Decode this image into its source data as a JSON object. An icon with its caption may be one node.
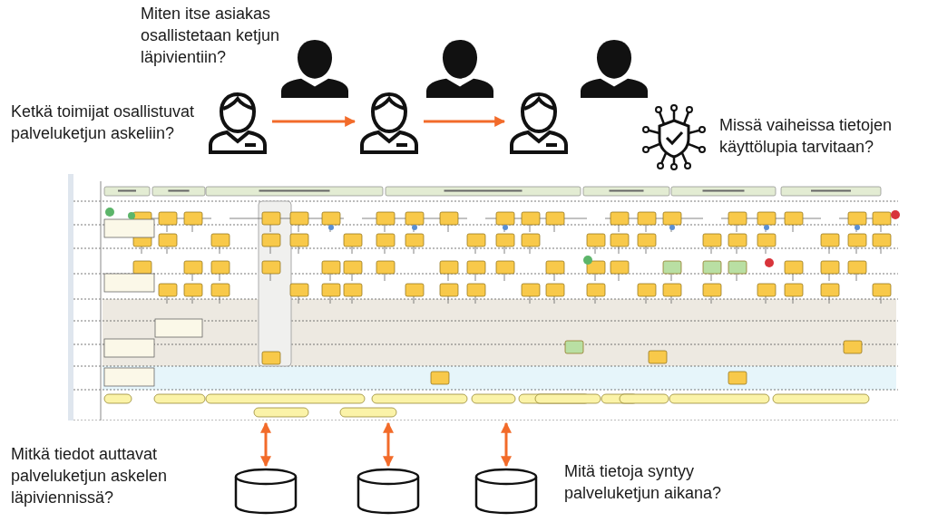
{
  "diagram": {
    "nodes": [
      {
        "text": [],
        "shape": "person"
      },
      {
        "text": [],
        "shape": "person"
      },
      {
        "text": [],
        "shape": "person"
      },
      {
        "text": [],
        "shape": "person"
      },
      {
        "text": [],
        "shape": "person"
      },
      {
        "text": [],
        "shape": "person"
      },
      {
        "text": [],
        "shape": "picture"
      },
      {
        "text": [],
        "shape": "picture"
      },
      {
        "text": [],
        "shape": "cylinder"
      },
      {
        "text": [],
        "shape": "cylinder"
      },
      {
        "text": [],
        "shape": "cylinder"
      }
    ],
    "edges": [
      {
        "from": 0,
        "to": 1,
        "arrow": "to"
      },
      {
        "from": 1,
        "to": 2,
        "arrow": "to"
      },
      {
        "from": 7,
        "to": 8,
        "arrow": "both"
      },
      {
        "from": 7,
        "to": 9,
        "arrow": "both"
      },
      {
        "from": 7,
        "to": 10,
        "arrow": "both"
      }
    ],
    "labels": [
      "Miten itse asiakas osallistetaan ketjun läpivientiin?",
      "Ketkä toimijat osallistuvat palveluketjun askeliin?",
      "Missä vaiheissa tietojen käyttölupia tarvitaan?",
      "Mitkä tiedot auttavat palveluketjun askelen läpiviennissä?",
      "Mitä tietoja syntyy palveluketjun aikana?"
    ]
  }
}
